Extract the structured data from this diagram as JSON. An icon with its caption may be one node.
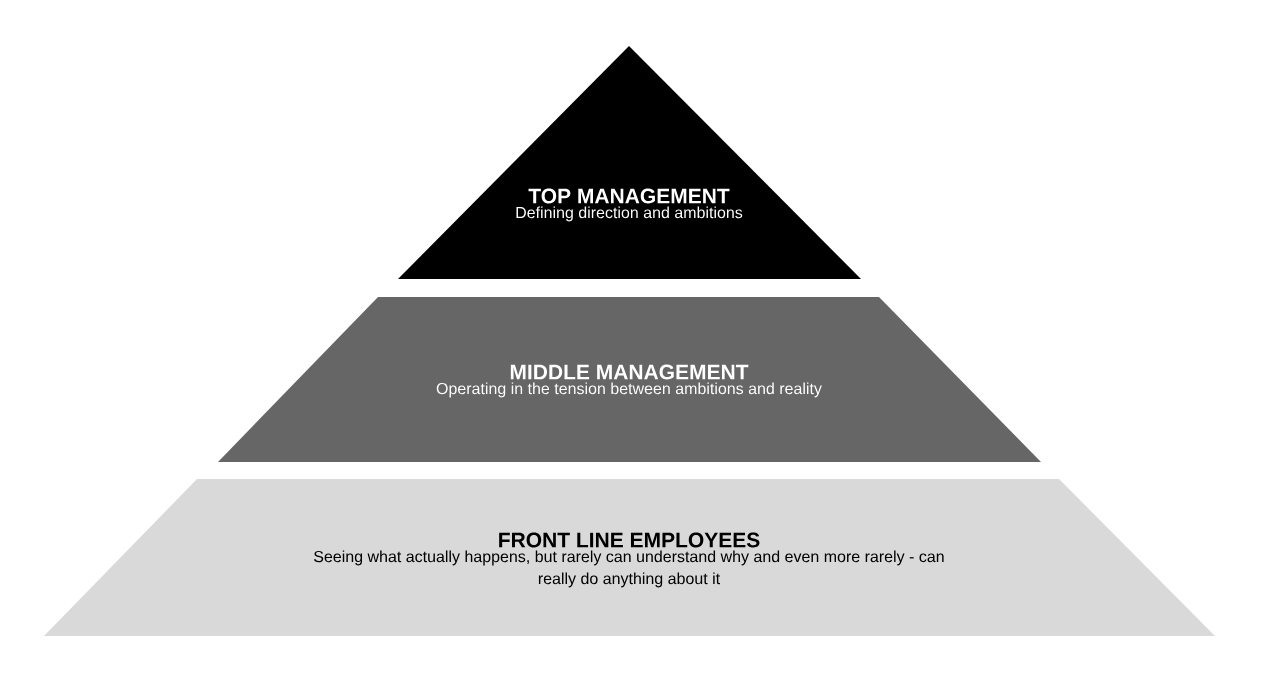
{
  "diagram": {
    "nodes": [
      {
        "text": [
          "TOP MANAGEMENT",
          "Defining direction and ambitions"
        ]
      },
      {
        "text": [
          "MIDDLE MANAGEMENT",
          "Operating in the tension between ambitions and reality"
        ]
      },
      {
        "text": [
          "FRONT LINE EMPLOYEES",
          "Seeing what actually happens, but rarely can understand why and even more rarely - can really do anything about it"
        ]
      }
    ]
  }
}
